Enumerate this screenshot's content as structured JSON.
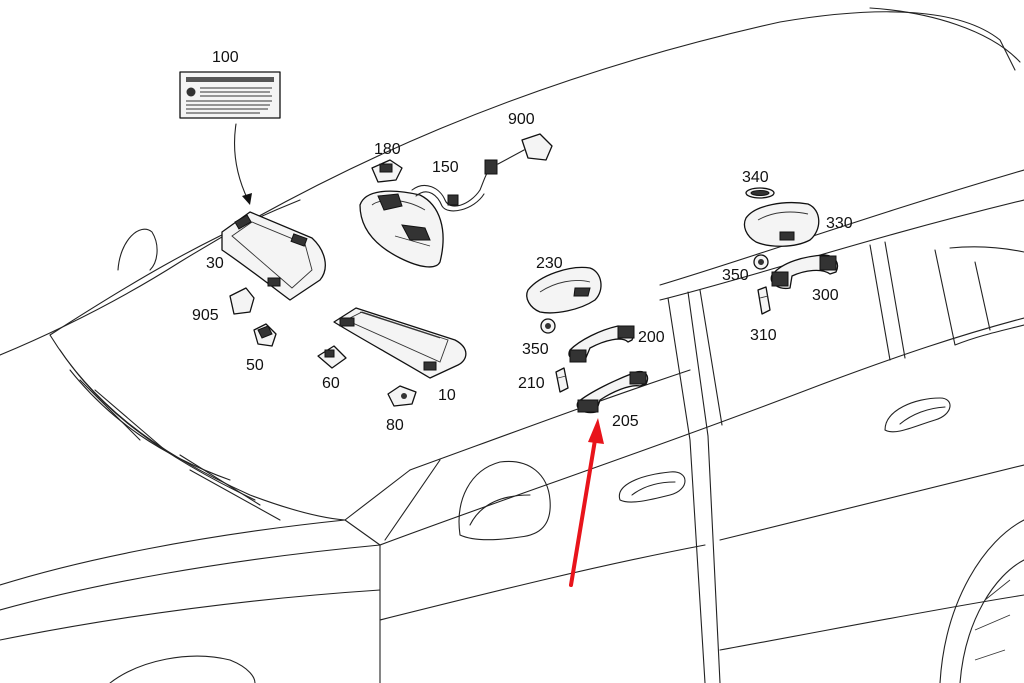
{
  "callouts": {
    "c100": "100",
    "c900": "900",
    "c180": "180",
    "c150": "150",
    "c30": "30",
    "c905": "905",
    "c50": "50",
    "c60": "60",
    "c10": "10",
    "c80": "80",
    "c340": "340",
    "c330": "330",
    "c350a": "350",
    "c300": "300",
    "c310": "310",
    "c230": "230",
    "c350b": "350",
    "c200": "200",
    "c210": "210",
    "c205": "205"
  },
  "colors": {
    "highlight_arrow": "#e8141b",
    "line": "#222222"
  }
}
